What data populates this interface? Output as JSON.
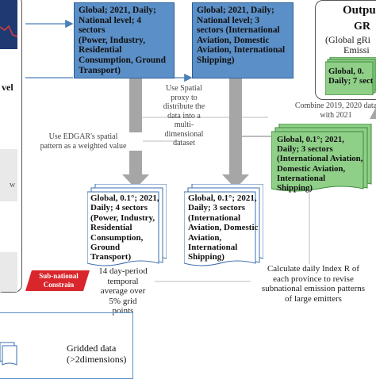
{
  "top_box_left": {
    "line1": "Global; 2021, Daily;",
    "line2": "National level; 4 sectors",
    "line3": "(Power, Industry,",
    "line4": "Residential",
    "line5": "Consumption,  Ground",
    "line6": "Transport)"
  },
  "top_box_right": {
    "line1": "Global; 2021, Daily;",
    "line2": "National level; 3",
    "line3": "sectors (International",
    "line4": "Aviation, Domestic",
    "line5": "Aviation, International",
    "line6": "Shipping)"
  },
  "output_panel": {
    "title": "Outpu",
    "subtitle": "GR",
    "desc1": "(Global gRi",
    "desc2": "Emissi",
    "green_line1": "Global, 0.",
    "green_line2": "Daily; 7 sect"
  },
  "left_panel": {
    "label_vel": "vel",
    "label_w": "w"
  },
  "spatial_proxy_note": {
    "l1": "Use Spatial",
    "l2": "proxy to",
    "l3": "distribute the",
    "l4": "data into a",
    "l5": "multi-",
    "l6": "dimensional",
    "l7": "dataset"
  },
  "edgar_note": {
    "l1": "Use EDGAR's spatial",
    "l2": "pattern as a weighted value"
  },
  "combine_note": {
    "l1": "Combine 2019, 2020 data",
    "l2": "with 2021"
  },
  "grid_left": {
    "l1": "Global, 0.1°; 2021,",
    "l2": "Daily; 4 sectors",
    "l3": "(Power, Industry,",
    "l4": "Residential",
    "l5": "Consumption,",
    "l6": "Ground",
    "l7": "Transport)"
  },
  "grid_mid": {
    "l1": "Global, 0.1°; 2021,",
    "l2": "Daily; 3 sectors",
    "l3": "(International",
    "l4": "Aviation, Domestic",
    "l5": "Aviation,",
    "l6": "International",
    "l7": "Shipping)"
  },
  "grid_right_green": {
    "l1": "Global, 0.1°; 2021,",
    "l2": "Daily; 3 sectors",
    "l3": "(International Aviation,",
    "l4": "Domestic Aviation,",
    "l5": "International",
    "l6": "Shipping)"
  },
  "subnational": {
    "l1": "Sub-national",
    "l2": "Constrain"
  },
  "period_note": {
    "l1": "14 day-period",
    "l2": "temporal",
    "l3": "average over",
    "l4": "5% grid",
    "l5": "points"
  },
  "index_note": {
    "l1": "Calculate daily Index R of",
    "l2": "each province to revise",
    "l3": "subnational emission patterns",
    "l4": "of large emitters"
  },
  "legend": {
    "l1": "Gridded data",
    "l2": "(>2dimensions)"
  },
  "colors": {
    "blue_box": "#5b8fc7",
    "grid_doc": "#ffffff",
    "green": "#8fcf88",
    "subnational": "#d9262c",
    "arrow_gray": "#a6a6a6"
  }
}
